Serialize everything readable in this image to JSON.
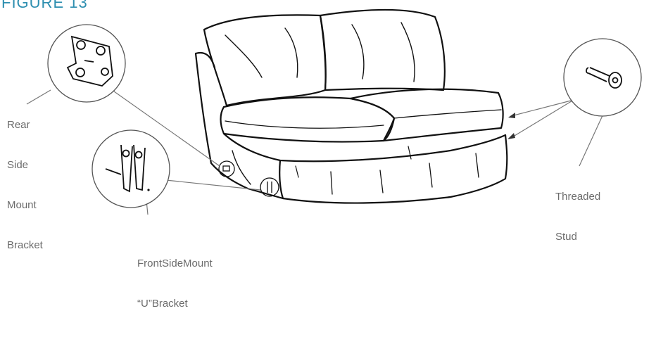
{
  "figure": {
    "title": "FIGURE 13"
  },
  "labels": {
    "rear_bracket": [
      "Rear",
      "Side",
      "Mount",
      "Bracket"
    ],
    "front_bracket": [
      "FrontSideMount",
      "“U”Bracket"
    ],
    "threaded_stud": [
      "Threaded",
      "Stud"
    ]
  },
  "colors": {
    "title": "#2e8fb0",
    "label": "#6b6b6b",
    "line": "#111111",
    "leader": "#777777"
  }
}
